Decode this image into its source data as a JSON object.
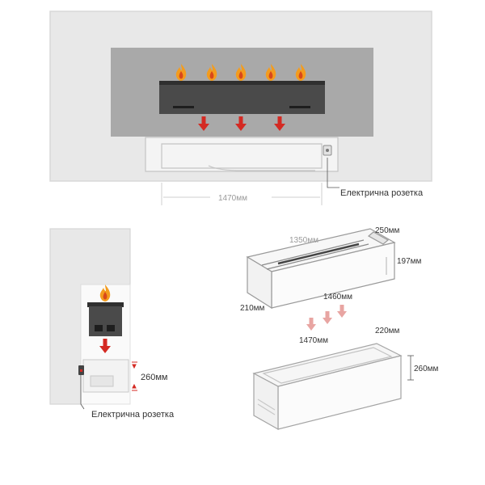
{
  "labels": {
    "outlet_top": "Електрична розетка",
    "outlet_bottom": "Електрична розетка",
    "width_top": "1470мм",
    "burner_length": "1350мм",
    "burner_depth": "250мм",
    "burner_height": "197мм",
    "burner_width_base": "210мм",
    "burner_length_base": "1460мм",
    "box_length": "1470мм",
    "box_depth": "220мм",
    "box_height": "260мм",
    "niche_height": "260мм"
  },
  "colors": {
    "wall": "#e8e8e8",
    "panel": "#a9a9a9",
    "burner": "#4a4a4a",
    "flame_outer": "#f39c1e",
    "flame_inner": "#d9481a",
    "arrow": "#d42a23",
    "arrow_faint": "#e8a5a2",
    "outline": "#9a9a9a"
  },
  "icons": [
    "flame-icon",
    "arrow-down-icon",
    "power-socket-icon"
  ]
}
